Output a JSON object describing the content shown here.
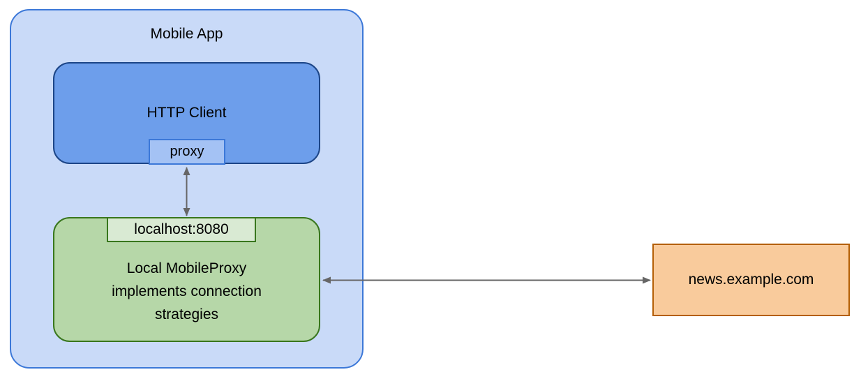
{
  "colors": {
    "app_fill": "#c9daf8",
    "app_border": "#3c78d8",
    "http_client_fill": "#6d9eeb",
    "http_client_border": "#1c4587",
    "proxy_fill": "#a4c2f4",
    "proxy_border": "#3c78d8",
    "mobile_proxy_fill": "#b6d7a8",
    "mobile_proxy_border": "#38761d",
    "localhost_fill": "#d9ead3",
    "localhost_border": "#38761d",
    "server_fill": "#f9cb9c",
    "server_border": "#b45f06",
    "arrow": "#666666",
    "text": "#000000"
  },
  "diagram": {
    "mobile_app": {
      "label": "Mobile App",
      "http_client": {
        "label": "HTTP Client",
        "port_label": "proxy"
      },
      "mobile_proxy": {
        "label": "Local MobileProxy implements connection strategies",
        "port_label": "localhost:8080"
      }
    },
    "remote_server": {
      "label": "news.example.com"
    },
    "connectors": [
      {
        "name": "proxy-to-localhost",
        "style": "double-headed-arrow",
        "orientation": "vertical",
        "from": "proxy",
        "to": "localhost:8080"
      },
      {
        "name": "mobileproxy-to-server",
        "style": "double-headed-arrow",
        "orientation": "horizontal",
        "from": "Local MobileProxy implements connection strategies",
        "to": "news.example.com"
      }
    ]
  }
}
